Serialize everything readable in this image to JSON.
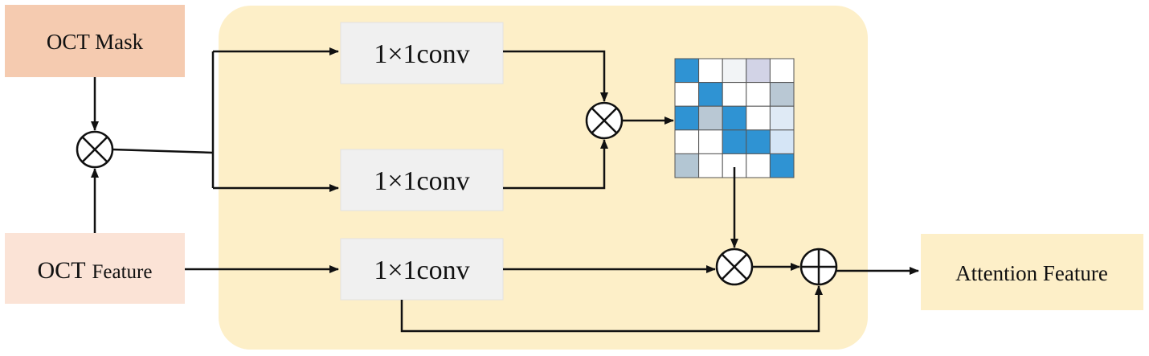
{
  "inputs": {
    "mask_label": "OCT Mask",
    "feature_label_main": "OCT",
    "feature_label_sub": "Feature"
  },
  "conv_blocks": [
    {
      "label": "1×1conv"
    },
    {
      "label": "1×1conv"
    },
    {
      "label": "1×1conv"
    }
  ],
  "output": {
    "label": "Attention Feature"
  },
  "operators": {
    "multiply_symbol": "⊗",
    "add_symbol": "⊕"
  },
  "attention_matrix": {
    "rows": 5,
    "cols": 5,
    "cells": [
      [
        "#2f93d3",
        "#ffffff",
        "#f2f4f6",
        "#d2d3e6",
        "#ffffff"
      ],
      [
        "#ffffff",
        "#2f93d3",
        "#ffffff",
        "#ffffff",
        "#b9c8d4"
      ],
      [
        "#2f93d3",
        "#b9c8d4",
        "#2f93d3",
        "#ffffff",
        "#dfeaf5"
      ],
      [
        "#ffffff",
        "#ffffff",
        "#2f93d3",
        "#2f93d3",
        "#d5e5f6"
      ],
      [
        "#b3c6d3",
        "#ffffff",
        "#ffffff",
        "#ffffff",
        "#2f93d3"
      ]
    ]
  },
  "colors": {
    "background_panel": "#fdefc8",
    "mask_box": "#f5cbb0",
    "feature_box": "#fbe3d6",
    "conv_box": "#f0f0f0",
    "output_box": "#fdefc8",
    "stroke": "#111111"
  }
}
